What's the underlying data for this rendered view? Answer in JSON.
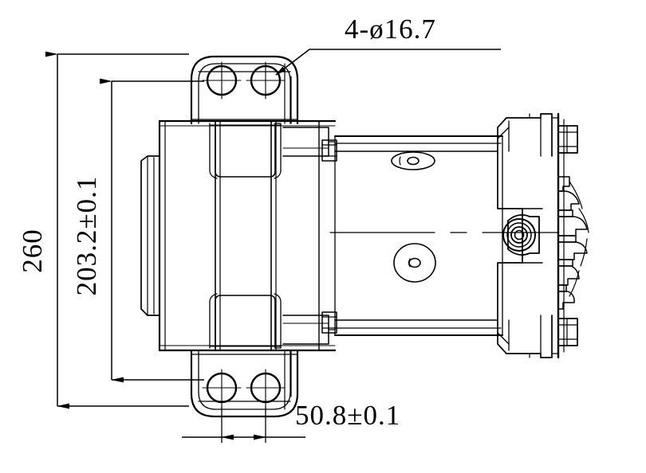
{
  "drawing": {
    "type": "mechanical-orthographic-side-view",
    "subject": "compressor / pump housing assembly with mounting brackets",
    "background_color": "#ffffff",
    "line_color": "#000000",
    "annotations": {
      "hole_callout": {
        "label": "4-ø16.7",
        "quantity": "4",
        "diameter_symbol": "ø",
        "diameter_value": "16.7",
        "position": "top-center",
        "leader": "points to upper-right mounting hole"
      },
      "overall_height": {
        "label": "260",
        "value": "260",
        "orientation": "vertical",
        "position": "far-left",
        "type": "linear-dimension"
      },
      "bracket_height": {
        "label": "203.2±0.1",
        "value": "203.2",
        "tolerance": "±0.1",
        "orientation": "vertical",
        "position": "left-inner",
        "type": "linear-dimension-toleranced"
      },
      "bracket_width": {
        "label": "50.8±0.1",
        "value": "50.8",
        "tolerance": "±0.1",
        "orientation": "horizontal",
        "position": "bottom-center",
        "type": "linear-dimension-toleranced"
      }
    },
    "features": {
      "top_bracket": {
        "name": "top-mounting-bracket",
        "holes": 2
      },
      "bottom_bracket": {
        "name": "bottom-mounting-bracket",
        "holes": 2
      },
      "left_end_cap": {
        "name": "left-end-cap"
      },
      "body": {
        "name": "main-housing-body"
      },
      "ports": {
        "name": "port-bosses",
        "count": 2
      },
      "fitting": {
        "name": "threaded-fitting"
      },
      "fins": {
        "name": "cooling-fin-stack"
      },
      "bolts": {
        "name": "hex-bolt-heads",
        "count": 2
      },
      "centerline": {
        "name": "horizontal-axis-centerline",
        "style": "dash-dot"
      }
    }
  }
}
